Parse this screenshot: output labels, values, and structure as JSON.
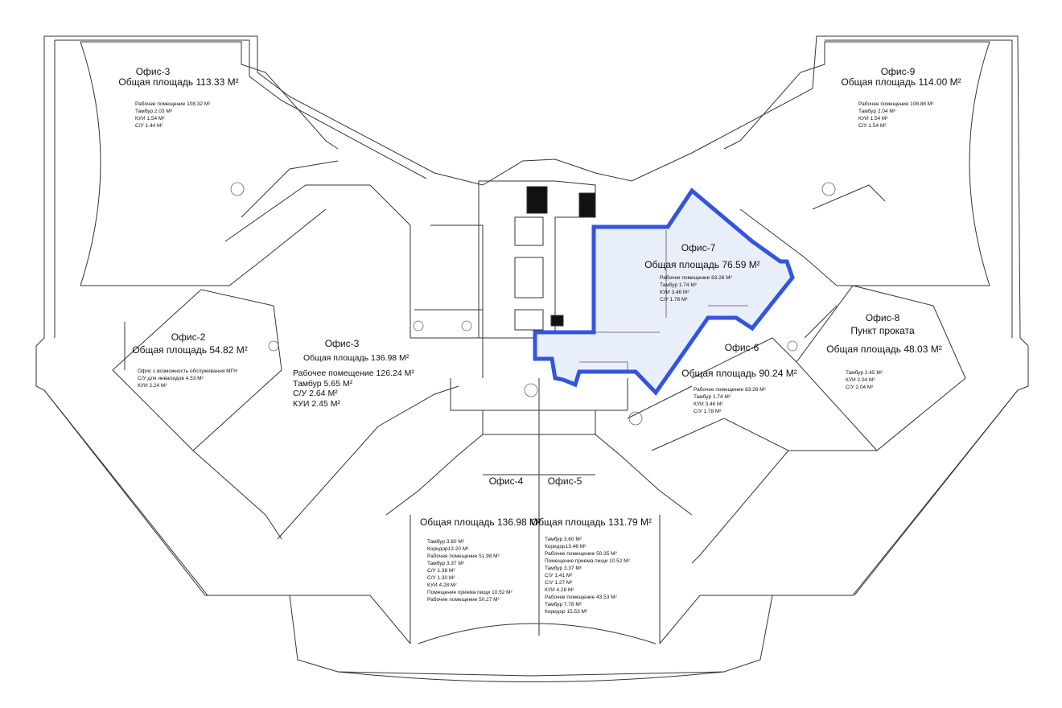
{
  "offices": {
    "o3top": {
      "name": "Офис-3",
      "area": "Общая площадь 113.33 М²",
      "details": [
        "Рабочее помещение 108.32 М²",
        "Тамбур 2.03 М²",
        "КУИ 1.54 М²",
        "С/У 1.44 М²"
      ]
    },
    "o9": {
      "name": "Офис-9",
      "area": "Общая площадь 114.00 М²",
      "details": [
        "Рабочее помещение 108.88 М²",
        "Тамбур 2.04 М²",
        "КУИ 1.54 М²",
        "С/У 1.54 М²"
      ]
    },
    "o7": {
      "name": "Офис-7",
      "area": "Общая площадь 76.59 М²",
      "details": [
        "Рабочее помещение 83.26 М²",
        "Тамбур 1.74 М²",
        "КУИ 3.46 М²",
        "С/У 1.78 М²"
      ],
      "highlight_color": "#3355dd",
      "fill_color": "#e8effb"
    },
    "o2": {
      "name": "Офис-2",
      "area": "Общая площадь 54.82 М²",
      "details": [
        "Офис с возможность обслуживания МГН",
        "С/У для инвалидов 4.53 М²",
        "КУИ 2.24 М²"
      ]
    },
    "o3mid": {
      "name": "Офис-3",
      "area": "Общая площадь 136.98 М²",
      "details": [
        "Рабочее помещение 126.24 М²",
        "Тамбур 5.65 М²",
        "С/У 2.64 М²",
        "КУИ 2.45 М²"
      ]
    },
    "o8": {
      "name": "Офис-8",
      "subtitle": "Пункт проката",
      "area": "Общая площадь 48.03 М²",
      "details": [
        "Тамбур 2.45 М²",
        "КУИ 2.04 М²",
        "С/У 2.04 М²"
      ]
    },
    "o6": {
      "name": "Офис-6",
      "area": "Общая площадь 90.24 М²",
      "details": [
        "Рабочее помещение 83.26 М²",
        "Тамбур 1.74 М²",
        "КУИ 3.46 М²",
        "С/У 1.78 М²"
      ]
    },
    "o4": {
      "name": "Офис-4",
      "area": "Общая площадь 136.98 М²",
      "details": [
        "Тамбур 3.60 М²",
        "Коридор13.20 М²",
        "Рабочее помещение 51.98 М²",
        "Тамбур 3.37 М²",
        "С/У 1.38 М²",
        "С/У 1.30 М²",
        "КУИ 4.28 М²",
        "Помещение приема пищи 10.52 М²",
        "Рабочее помещение 50.27 М²"
      ]
    },
    "o5": {
      "name": "Офис-5",
      "area": "Общая площадь 131.79 М²",
      "details": [
        "Тамбур 3.60 М²",
        "Коридор13.46 М²",
        "Рабочее помещение 50.35 М²",
        "Помещение приема пищи 10.52 М²",
        "Тамбур 3.37 М²",
        "С/У 1.41 М²",
        "С/У 1.27 М²",
        "КУИ 4.28 М²",
        "Рабочее помещение 43.53 М²",
        "Тамбур 7.78 М²",
        "Коридор 15.53 М²"
      ]
    }
  },
  "colors": {
    "wall": "#2a2a2a",
    "thin": "#777777"
  }
}
